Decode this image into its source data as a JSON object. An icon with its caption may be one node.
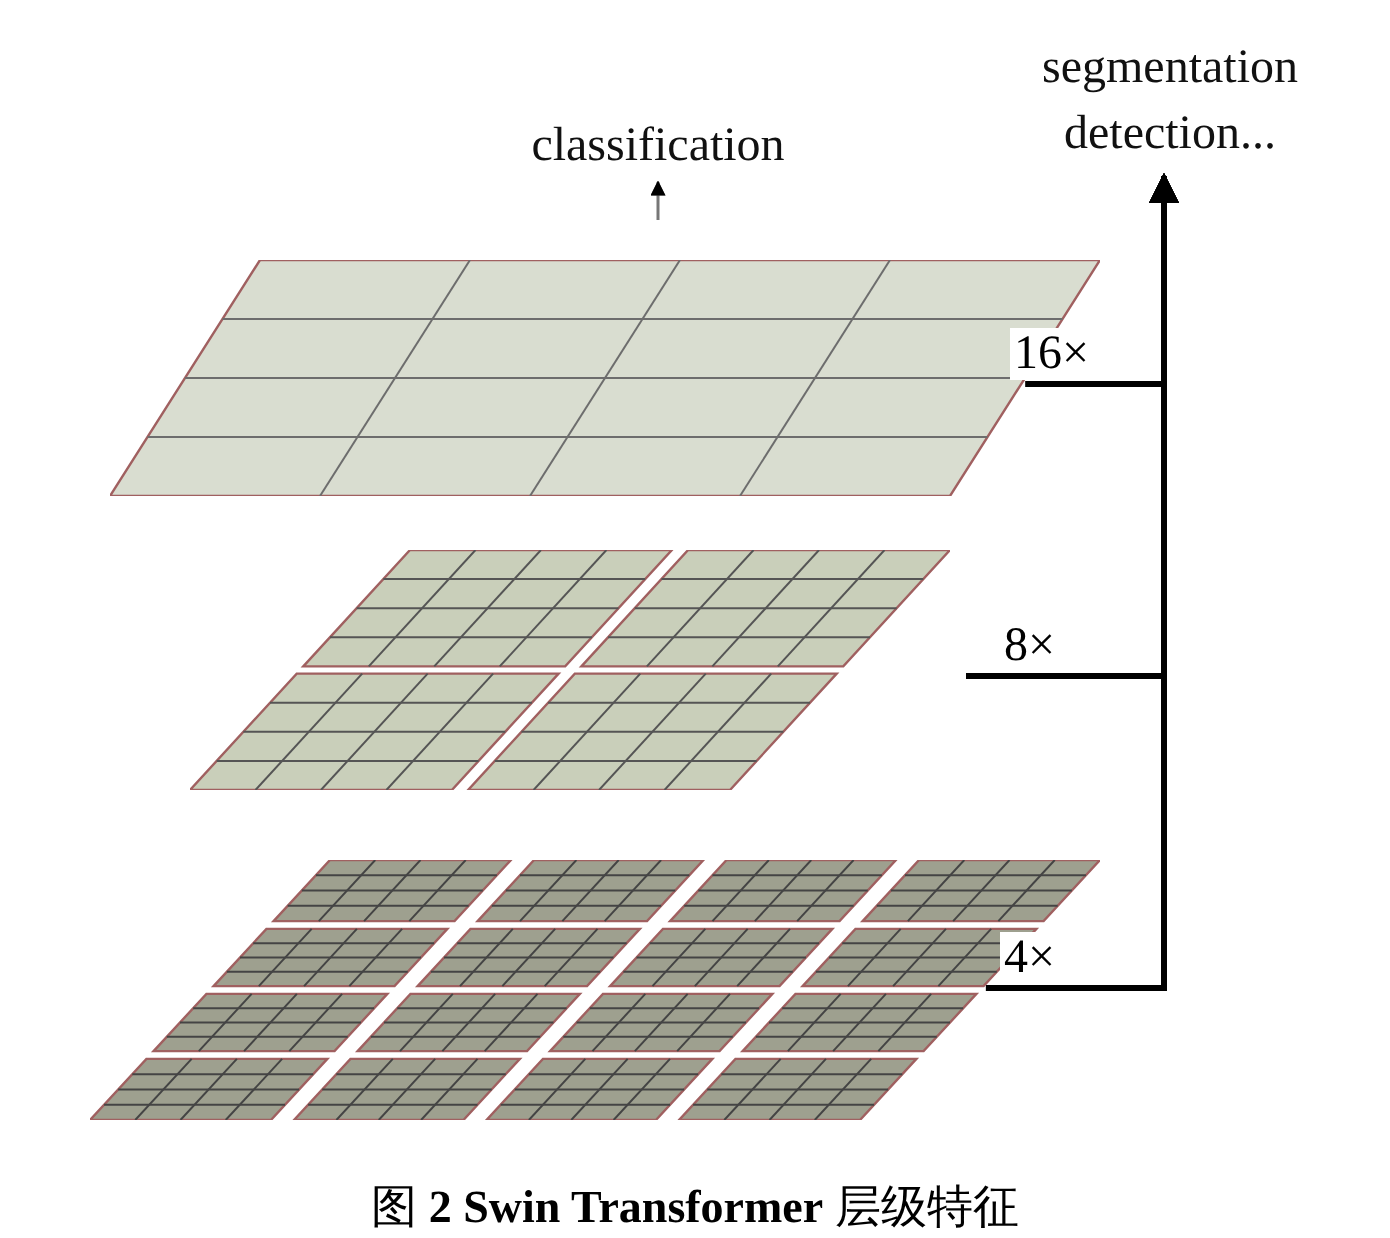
{
  "diagram": {
    "caption": "图 **2** **Swin Transformer** 层级特征",
    "nodes": [
      {
        "text": [
          "classification"
        ]
      },
      {
        "text": [
          "segmentation detection..."
        ]
      },
      {
        "text": [],
        "shape": "picture"
      },
      {
        "text": [],
        "shape": "picture"
      },
      {
        "text": [],
        "shape": "picture"
      }
    ],
    "edges": [
      {
        "from": 2,
        "to": 0,
        "arrow": "to",
        "color": "#777777"
      },
      {
        "from": 2,
        "to": 1,
        "arrow": "to",
        "label": "16×"
      },
      {
        "from": 3,
        "to": 1,
        "arrow": "to",
        "label": "8×"
      },
      {
        "from": 4,
        "to": 1,
        "arrow": "to",
        "label": "4×"
      }
    ]
  }
}
